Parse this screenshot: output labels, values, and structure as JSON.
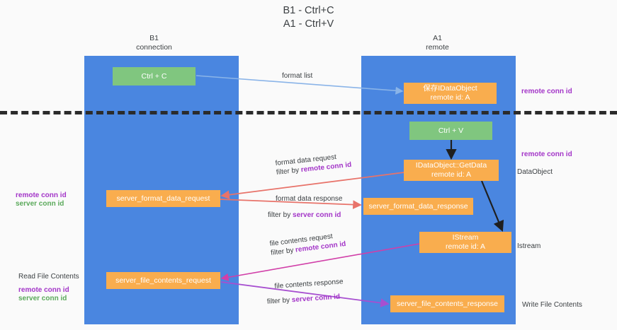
{
  "title": {
    "line1": "B1 - Ctrl+C",
    "line2": "A1 - Ctrl+V"
  },
  "columns": [
    {
      "name": "B1",
      "role": "connection"
    },
    {
      "name": "A1",
      "role": "remote"
    }
  ],
  "boxes": {
    "ctrl_c": "Ctrl + C",
    "ctrl_v": "Ctrl + V",
    "save_idataobject_l1": "保存IDataObject",
    "save_idataobject_l2": "remote id: A",
    "getdata_l1": "IDataObject::GetData",
    "getdata_l2": "remote id: A",
    "istream_l1": "IStream",
    "istream_l2": "remote id: A",
    "server_format_data_request": "server_format_data_request",
    "server_format_data_response": "server_format_data_response",
    "server_file_contents_request": "server_file_contents_request",
    "server_file_contents_response": "server_file_contents_response"
  },
  "annotations": {
    "format_list": "format list",
    "format_data_request": "format data request",
    "format_data_request_filter_prefix": "filter by ",
    "format_data_request_filter_key": "remote conn id",
    "format_data_response": "format data response",
    "format_data_response_filter_prefix": "filter by ",
    "format_data_response_filter_key": "server conn id",
    "file_contents_request": "file contents request",
    "file_contents_request_filter_prefix": "filter by ",
    "file_contents_request_filter_key": "remote conn id",
    "file_contents_response": "file contents response",
    "file_contents_response_filter_prefix": "filter by ",
    "file_contents_response_filter_key": "server conn id"
  },
  "side_labels": {
    "right_top_remote_conn_id": "remote conn id",
    "right_mid_remote_conn_id": "remote conn id",
    "right_dataobject": "DataObject",
    "right_istream": "Istream",
    "right_write_file_contents": "Write File Contents",
    "left_remote_conn_id": "remote conn id",
    "left_server_conn_id": "server conn id",
    "left_read_file_contents": "Read File Contents",
    "left_bottom_remote_conn_id": "remote conn id",
    "left_bottom_server_conn_id": "server conn id"
  },
  "colors": {
    "lane": "#4a86e0",
    "green_box": "#80c67f",
    "orange_box": "#f9ad4e",
    "purple_text": "#a335c8",
    "green_text": "#5aa95a",
    "blue_arrow": "#8ab4e8",
    "red_arrow": "#e8736a",
    "magenta_arrow": "#d13fa8",
    "purple_arrow": "#a74fd0",
    "black_arrow": "#1f1f1f",
    "divider": "#2b2b2b",
    "background": "#fafafa"
  }
}
